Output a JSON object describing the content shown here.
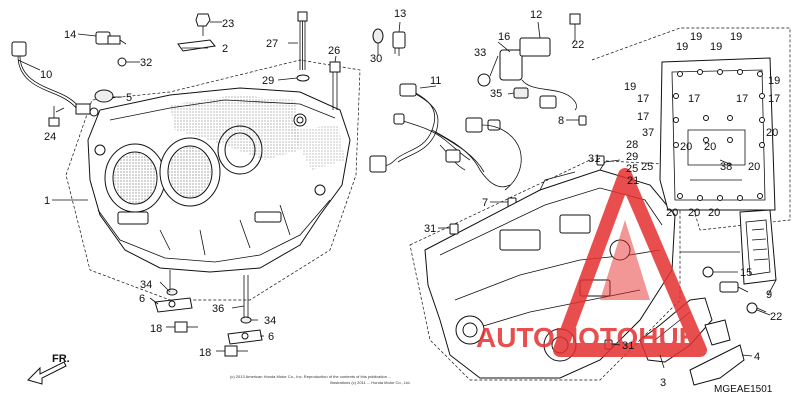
{
  "diagram": {
    "diagram_code": "MGEAE1501",
    "front_marker": "FR.",
    "watermark_text": "AUTOMOTOHUB",
    "watermark_color": "#e53030",
    "copyright_line1": "(c) 2013 American Honda Motor Co., Inc. Reproduction of the contents of this publication ...",
    "copyright_line2": "Illustrations (c) 2011 ... Honda Motor Co., Ltd.",
    "labels": {
      "l1": "1",
      "l2": "2",
      "l3": "3",
      "l4": "4",
      "l5": "5",
      "l6a": "6",
      "l6b": "6",
      "l7": "7",
      "l8": "8",
      "l9": "9",
      "l10": "10",
      "l11": "11",
      "l12": "12",
      "l13": "13",
      "l14": "14",
      "l15": "15",
      "l16": "16",
      "l17a": "17",
      "l17b": "17",
      "l17c": "17",
      "l17d": "17",
      "l17e": "17",
      "l18a": "18",
      "l18b": "18",
      "l19a": "19",
      "l19b": "19",
      "l19c": "19",
      "l19d": "19",
      "l19e": "19",
      "l19f": "19",
      "l20a": "20",
      "l20b": "20",
      "l20c": "20",
      "l20d": "20",
      "l20e": "20",
      "l20f": "20",
      "l20g": "20",
      "l21": "21",
      "l22a": "22",
      "l22b": "22",
      "l23": "23",
      "l24": "24",
      "l25a": "25",
      "l25b": "25",
      "l26": "26",
      "l27": "27",
      "l28": "28",
      "l29a": "29",
      "l29b": "29",
      "l30": "30",
      "l31a": "31",
      "l31b": "31",
      "l31c": "31",
      "l32": "32",
      "l33": "33",
      "l34a": "34",
      "l34b": "34",
      "l35": "35",
      "l36": "36",
      "l37": "37",
      "l38": "38"
    }
  }
}
